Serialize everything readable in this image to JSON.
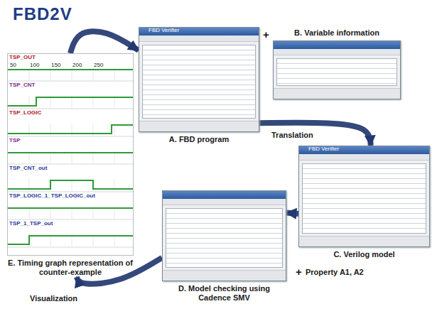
{
  "diagram": {
    "title": "FBD2V",
    "nodes": [
      {
        "text": [
          "A. FBD program"
        ]
      },
      {
        "text": [
          "B. Variable information"
        ]
      },
      {
        "text": [
          "C. Verilog model"
        ]
      },
      {
        "text": [
          "D. Model checking using Cadence SMV"
        ]
      },
      {
        "text": [
          "E. Timing graph representation of counter-example"
        ]
      }
    ],
    "edges": [
      {
        "from": 0,
        "to": 2,
        "label": "Translation",
        "arrow": "to"
      },
      {
        "from": 2,
        "to": 3,
        "arrow": "to"
      },
      {
        "from": 3,
        "to": 4,
        "label": "Visualization",
        "arrow": "to"
      },
      {
        "from": 4,
        "to": 0,
        "arrow": "to"
      }
    ],
    "labels": [
      "+",
      "+",
      "Property A1, A2",
      "FBD Verifier",
      "FBD Verifier",
      "TSP_OUT",
      "50",
      "100",
      "150",
      "200",
      "250",
      "TSP_CNT",
      "TSP_LOGIC",
      "TSP",
      "TSP_CNT_out",
      "TSP_LOGIC_1_TSP_LOGIC_out",
      "TSP_1_TSP_out"
    ]
  }
}
